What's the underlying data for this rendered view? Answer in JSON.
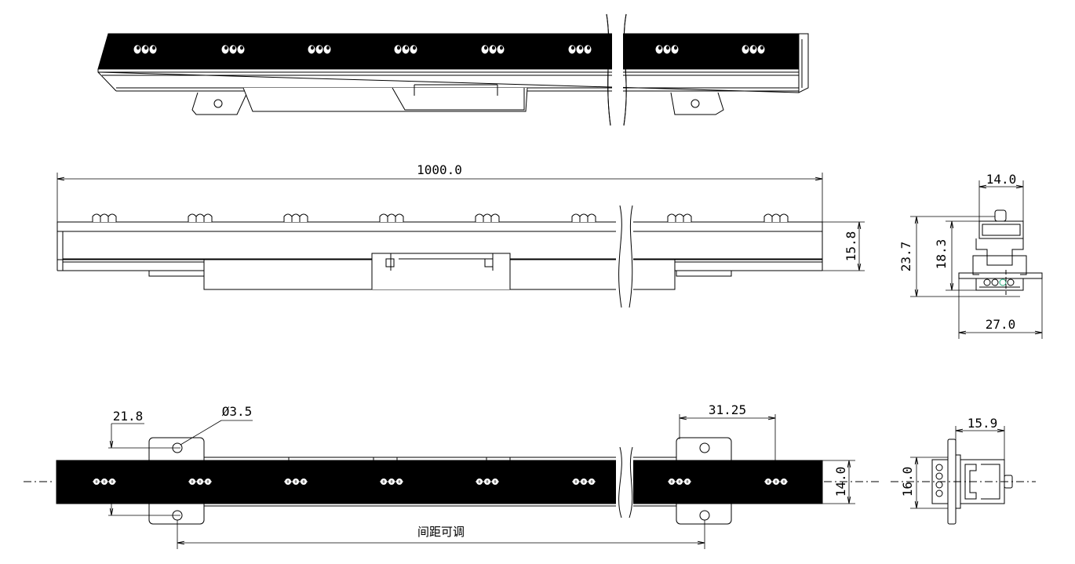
{
  "dimensions": {
    "length": "1000.0",
    "profile_height": "15.8",
    "end_width_top": "14.0",
    "end_height_total": "23.7",
    "end_height_body": "18.3",
    "end_width_bracket": "27.0",
    "bracket_offset": "21.8",
    "hole_diameter": "Ø3.5",
    "bracket_width": "31.25",
    "plan_width": "14.0",
    "side_height": "16.0",
    "side_width": "15.9",
    "spacing_note": "间距可调"
  },
  "colors": {
    "line": "#000000",
    "fill": "#000000",
    "background": "#ffffff"
  }
}
